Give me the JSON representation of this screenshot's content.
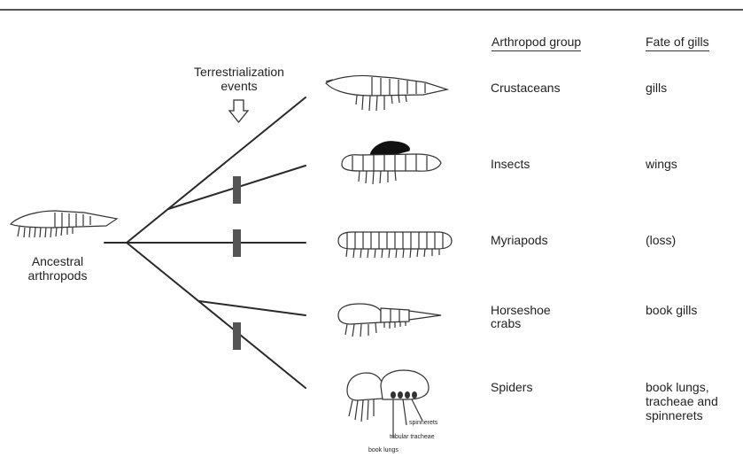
{
  "headers": {
    "group": "Arthropod group",
    "fate": "Fate of gills"
  },
  "terrestrialization": {
    "line1": "Terrestrialization",
    "line2": "events"
  },
  "ancestor": {
    "line1": "Ancestral",
    "line2": "arthropods"
  },
  "rows": [
    {
      "group": [
        "Crustaceans"
      ],
      "fate": [
        "gills"
      ]
    },
    {
      "group": [
        "Insects"
      ],
      "fate": [
        "wings"
      ]
    },
    {
      "group": [
        "Myriapods"
      ],
      "fate": [
        "(loss)"
      ]
    },
    {
      "group": [
        "Horseshoe",
        "crabs"
      ],
      "fate": [
        "book gills"
      ]
    },
    {
      "group": [
        "Spiders"
      ],
      "fate": [
        "book lungs,",
        "tracheae and",
        "spinnerets"
      ]
    }
  ],
  "spider_labels": {
    "spinnerets": "spinnerets",
    "tracheae": "tubular tracheae",
    "lungs": "book lungs"
  },
  "colors": {
    "line": "#2a2a2a",
    "event_marker": "#555555",
    "wing": "#111111"
  }
}
